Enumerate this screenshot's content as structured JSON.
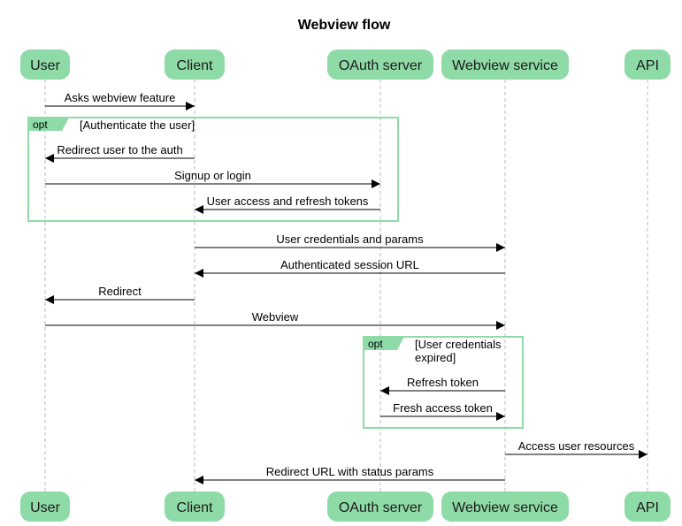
{
  "title": "Webview flow",
  "colors": {
    "participant_fill": "#8fdba7",
    "fragment_stroke": "#8fdba7",
    "lifeline": "#bbbbbb",
    "arrow": "#000000"
  },
  "participants": [
    {
      "id": "user",
      "label": "User"
    },
    {
      "id": "client",
      "label": "Client"
    },
    {
      "id": "oauth",
      "label": "OAuth server"
    },
    {
      "id": "webview",
      "label": "Webview service"
    },
    {
      "id": "api",
      "label": "API"
    }
  ],
  "messages": [
    {
      "from": "user",
      "to": "client",
      "label": "Asks webview feature"
    },
    {
      "from": "client",
      "to": "user",
      "label": "Redirect user to the auth"
    },
    {
      "from": "user",
      "to": "oauth",
      "label": "Signup or login"
    },
    {
      "from": "oauth",
      "to": "client",
      "label": "User access and refresh tokens"
    },
    {
      "from": "client",
      "to": "webview",
      "label": "User credentials and params"
    },
    {
      "from": "webview",
      "to": "client",
      "label": "Authenticated session URL"
    },
    {
      "from": "client",
      "to": "user",
      "label": "Redirect"
    },
    {
      "from": "user",
      "to": "webview",
      "label": "Webview"
    },
    {
      "from": "webview",
      "to": "oauth",
      "label": "Refresh token"
    },
    {
      "from": "oauth",
      "to": "webview",
      "label": "Fresh access token"
    },
    {
      "from": "webview",
      "to": "api",
      "label": "Access user resources"
    },
    {
      "from": "webview",
      "to": "client",
      "label": "Redirect URL with status params"
    }
  ],
  "fragments": [
    {
      "operator": "opt",
      "condition": [
        "[Authenticate the user]"
      ]
    },
    {
      "operator": "opt",
      "condition": [
        "[User credentials",
        "expired]"
      ]
    }
  ]
}
